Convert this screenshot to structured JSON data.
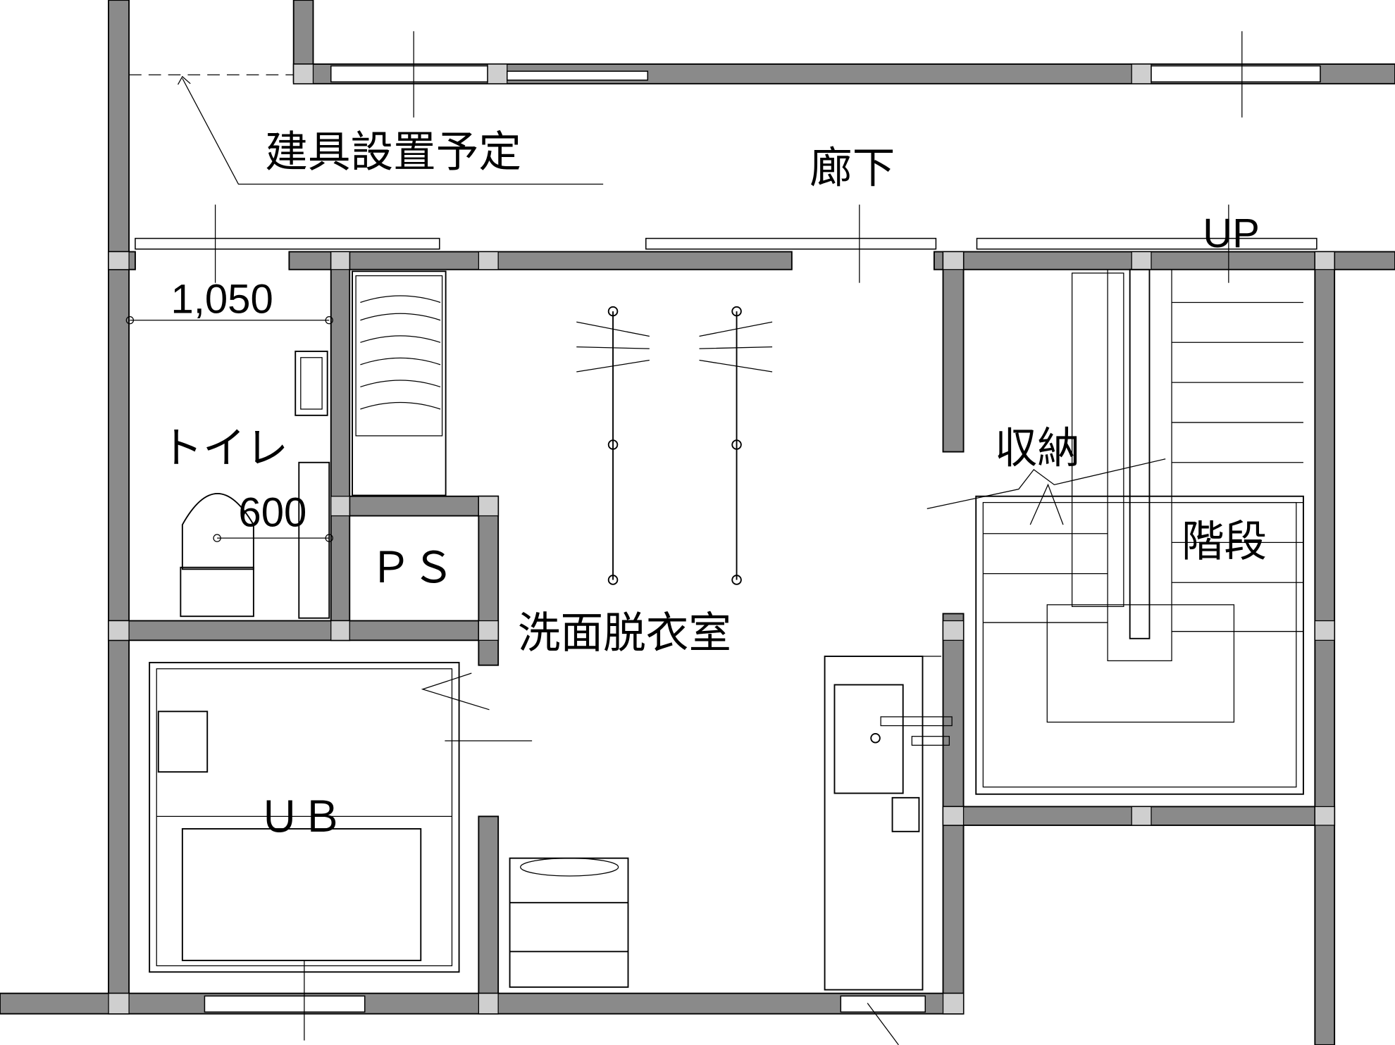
{
  "plan": {
    "annotation_fitting": "建具設置予定",
    "rooms": {
      "corridor": "廊下",
      "toilet": "トイレ",
      "pipe_space": "ＰＳ",
      "washroom": "洗面脱衣室",
      "storage": "収納",
      "stairs": "階段",
      "unit_bath": "ＵＢ"
    },
    "stairs_direction": "UP",
    "dimensions": {
      "toilet_width": "1,050",
      "toilet_offset": "600"
    },
    "colors": {
      "wall_fill": "#8a8a8a",
      "post_fill": "#cfcfcf",
      "line": "#000000"
    }
  }
}
